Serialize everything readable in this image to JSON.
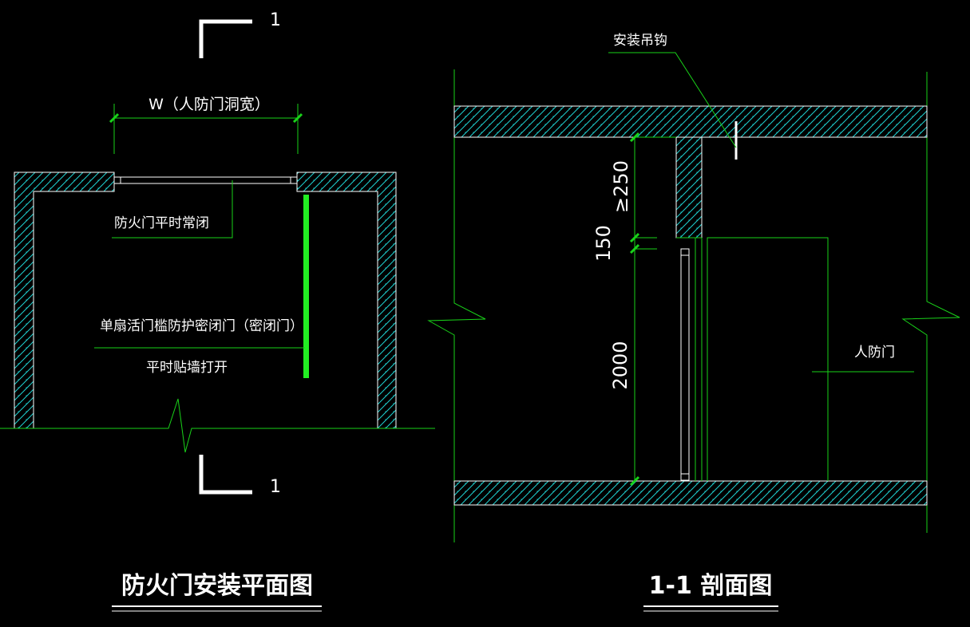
{
  "colors": {
    "background": "#000000",
    "lines": "#19d219",
    "hatch": "#1fd0d0",
    "text": "#ffffff",
    "door_leaf": "#22ee22"
  },
  "plan": {
    "section_mark_top": "1",
    "section_mark_bottom": "1",
    "width_label": "W（人防门洞宽）",
    "fire_door_note": "防火门平时常闭",
    "single_leaf_door_note": "单扇活门槛防护密闭门（密闭门）",
    "open_note": "平时贴墙打开",
    "title": "防火门安装平面图"
  },
  "section": {
    "hook_label": "安装吊钩",
    "dim_top": "≥250",
    "dim_mid": "150",
    "dim_bottom": "2000",
    "civil_door_label": "人防门",
    "title": "1-1 剖面图"
  }
}
